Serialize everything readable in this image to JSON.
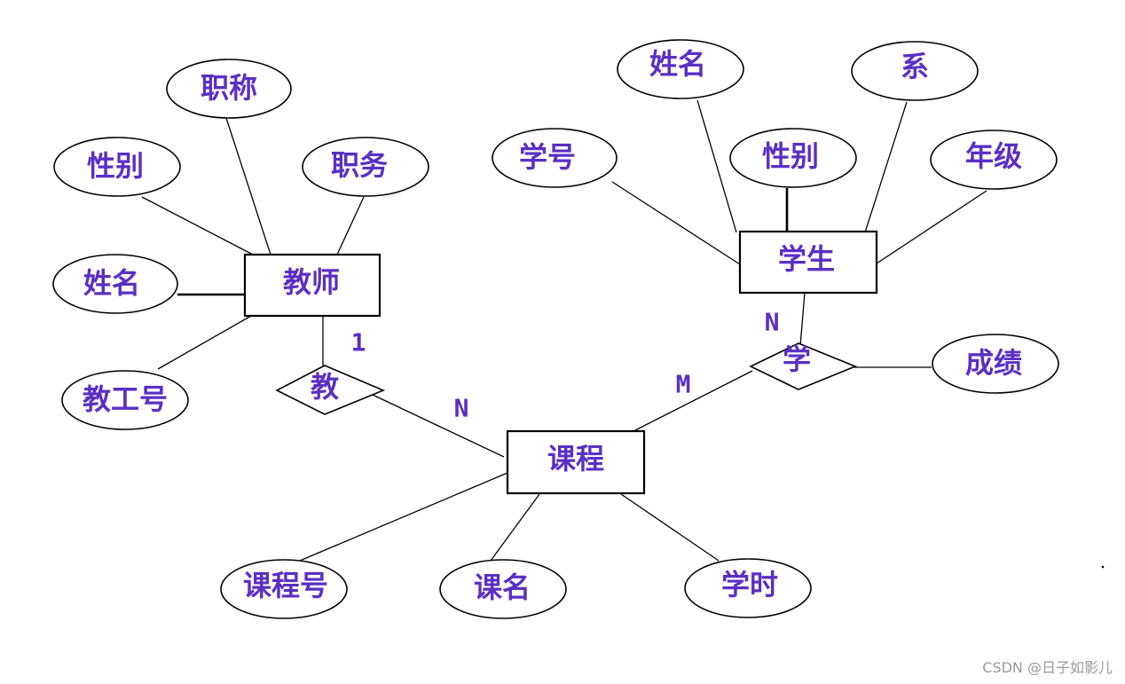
{
  "entities": {
    "teacher": "教师",
    "student": "学生",
    "course": "课程"
  },
  "relationships": {
    "teaches": "教",
    "studies": "学"
  },
  "attributes": {
    "teacher_title": "职称",
    "teacher_gender": "性别",
    "teacher_duty": "职务",
    "teacher_name": "姓名",
    "teacher_id": "教工号",
    "student_name": "姓名",
    "student_dept": "系",
    "student_id": "学号",
    "student_gender": "性别",
    "student_grade": "年级",
    "study_score": "成绩",
    "course_id": "课程号",
    "course_name": "课名",
    "course_hours": "学时"
  },
  "cardinalities": {
    "teacher_side": "1",
    "teaches_course_side": "N",
    "student_side": "N",
    "studies_course_side": "M"
  },
  "watermark": "CSDN @日子如影儿"
}
